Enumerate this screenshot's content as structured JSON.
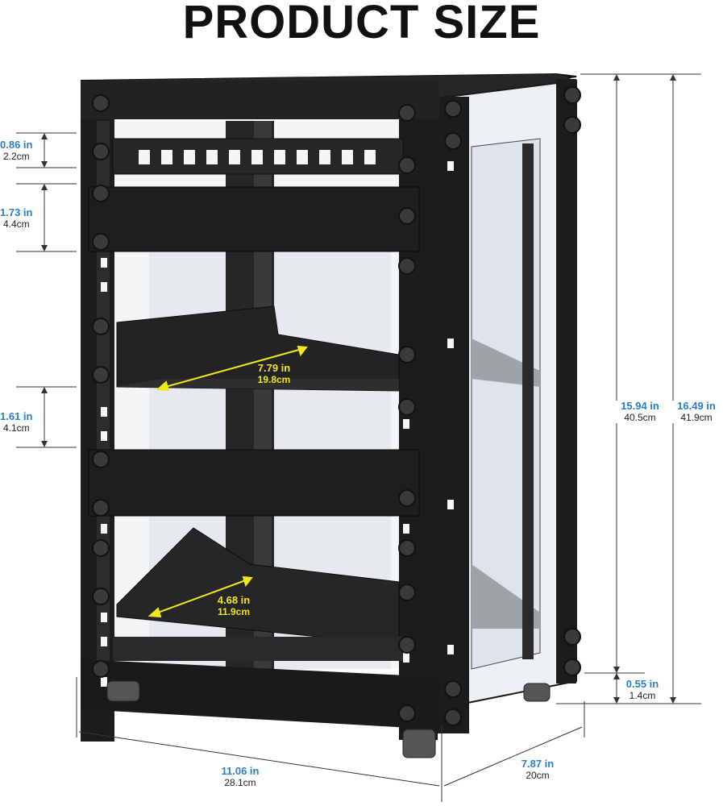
{
  "title": "PRODUCT SIZE",
  "colors": {
    "accent_blue": "#2a7fc4",
    "highlight_yellow": "#f1e71b",
    "rack_black": "#1a1a1a",
    "line_gray": "#444444"
  },
  "dimensions": {
    "top_1u_panel": {
      "inches": "0.86 in",
      "cm": "2.2cm"
    },
    "blank_panel": {
      "inches": "1.73 in",
      "cm": "4.4cm"
    },
    "shelf_gap": {
      "inches": "1.61 in",
      "cm": "4.1cm"
    },
    "upper_shelf_depth": {
      "inches": "7.79 in",
      "cm": "19.8cm"
    },
    "lower_shelf_depth": {
      "inches": "4.68 in",
      "cm": "11.9cm"
    },
    "inner_height": {
      "inches": "15.94 in",
      "cm": "40.5cm"
    },
    "total_height": {
      "inches": "16.49 in",
      "cm": "41.9cm"
    },
    "base_height": {
      "inches": "0.55 in",
      "cm": "1.4cm"
    },
    "width": {
      "inches": "11.06 in",
      "cm": "28.1cm"
    },
    "depth": {
      "inches": "7.87 in",
      "cm": "20cm"
    }
  }
}
